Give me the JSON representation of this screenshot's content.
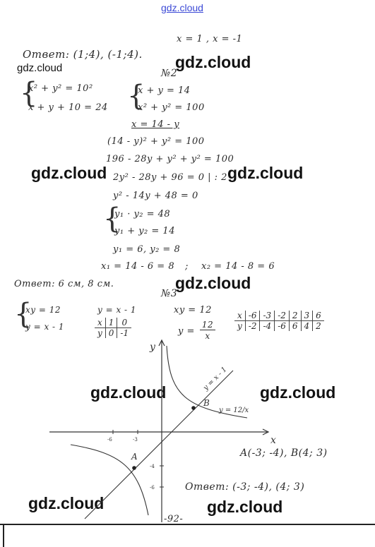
{
  "watermarks": {
    "top": "gdz.cloud",
    "main": "gdz.cloud",
    "small": "gdz.cloud"
  },
  "section1": {
    "roots_line": "x = 1  , x = -1",
    "answer": "Ответ: (1;4), (-1;4).",
    "system_eq1": "x² + y² = 10²",
    "system_eq2": "x + y + 10 = 24"
  },
  "section2": {
    "number": "№2",
    "sys_eq1": "x + y = 14",
    "sys_eq2": "x² + y² = 100",
    "subst": "x = 14 - y",
    "step1": "(14 - y)² + y² = 100",
    "step2": "196 - 28y + y² + y² = 100",
    "step3": "2y² - 28y + 96 = 0  | : 2",
    "step4": "y² - 14y + 48 = 0",
    "vieta1": "y₁ · y₂ = 48",
    "vieta2": "y₁ + y₂ = 14",
    "roots": "y₁ = 6,   y₂ = 8",
    "x1": "x₁ = 14 - 6 = 8",
    "sep": ";",
    "x2": "x₂ = 14 - 8 = 6",
    "answer": "Ответ: 6 см, 8 см."
  },
  "section3": {
    "number": "№3",
    "sys_eq1": "xy = 12",
    "sys_eq2": "y = x - 1",
    "line_eq": "y = x - 1",
    "line_table": {
      "x": [
        "x",
        "1",
        "0"
      ],
      "y": [
        "y",
        "0",
        "-1"
      ]
    },
    "hyp_eq1": "xy = 12",
    "hyp_eq2_left": "y =",
    "hyp_frac_num": "12",
    "hyp_frac_den": "x",
    "hyp_table": {
      "x": [
        "x",
        "-6",
        "-3",
        "-2",
        "2",
        "3",
        "6"
      ],
      "y": [
        "y",
        "-2",
        "-4",
        "-6",
        "6",
        "4",
        "2"
      ]
    },
    "graph": {
      "axis_x": "x",
      "axis_y": "y",
      "line_label": "y = x - 1",
      "hyp_label": "y = 12/x",
      "point_a": "A",
      "point_b": "B",
      "tick_x_neg6": "-6",
      "tick_x_neg3": "-3",
      "tick_y_neg4": "-4",
      "tick_y_neg6": "-6"
    },
    "points": "A(-3; -4), B(4; 3)",
    "answer": "Ответ: (-3; -4), (4; 3)"
  },
  "page_number": "-92-"
}
